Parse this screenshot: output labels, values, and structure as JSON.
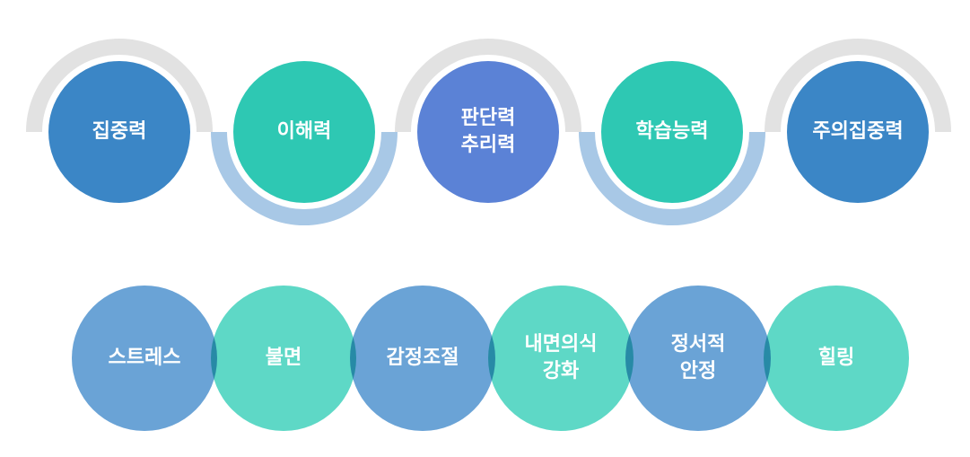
{
  "colors": {
    "arc_gray": "#e2e2e2",
    "arc_blue": "#a8c8e6",
    "dark_blue": "#3b86c6",
    "teal": "#2ec8b3",
    "indigo": "#5b82d6",
    "soft_blue": "#6aa3d6",
    "soft_teal": "#5ed8c6"
  },
  "top_row": [
    {
      "label": "집중력",
      "color": "#3b86c6"
    },
    {
      "label": "이해력",
      "color": "#2ec8b3"
    },
    {
      "label": "판단력\n추리력",
      "color": "#5b82d6"
    },
    {
      "label": "학습능력",
      "color": "#2ec8b3"
    },
    {
      "label": "주의집중력",
      "color": "#3b86c6"
    }
  ],
  "bottom_row": [
    {
      "label": "스트레스",
      "color": "#6aa3d6"
    },
    {
      "label": "불면",
      "color": "#5ed8c6"
    },
    {
      "label": "감정조절",
      "color": "#6aa3d6"
    },
    {
      "label": "내면의식\n강화",
      "color": "#5ed8c6"
    },
    {
      "label": "정서적\n안정",
      "color": "#6aa3d6"
    },
    {
      "label": "힐링",
      "color": "#5ed8c6"
    }
  ]
}
